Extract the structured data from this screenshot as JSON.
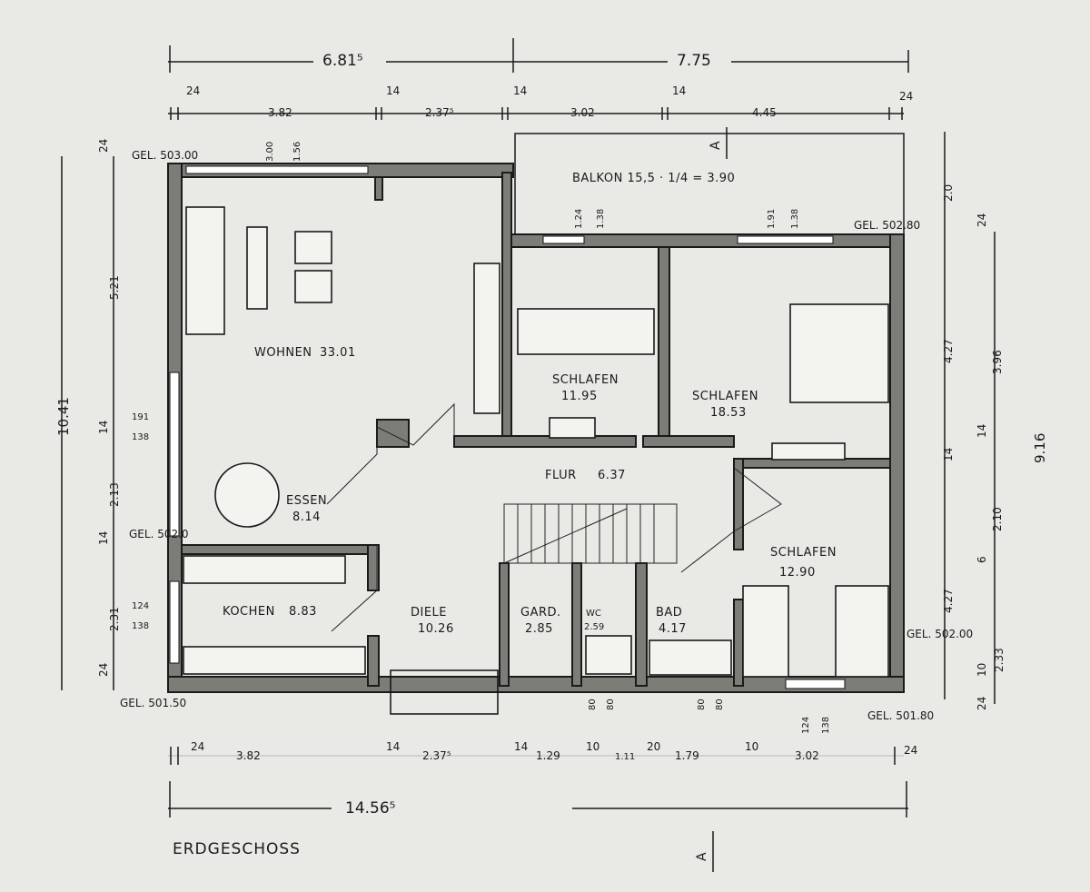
{
  "title": "ERDGESCHOSS",
  "section_marker": "A",
  "rooms": {
    "wohnen": {
      "name": "WOHNEN",
      "area": "33.01"
    },
    "essen": {
      "name": "ESSEN",
      "area": "8.14"
    },
    "kochen": {
      "name": "KOCHEN",
      "area": "8.83"
    },
    "diele": {
      "name": "DIELE",
      "area": "10.26"
    },
    "gard": {
      "name": "GARD.",
      "area": "2.85"
    },
    "wc": {
      "name": "WC",
      "area": "2.59"
    },
    "bad": {
      "name": "BAD",
      "area": "4.17"
    },
    "flur": {
      "name": "FLUR",
      "area": "6.37"
    },
    "schlafen1": {
      "name": "SCHLAFEN",
      "area": "11.95"
    },
    "schlafen2": {
      "name": "SCHLAFEN",
      "area": "18.53"
    },
    "schlafen3": {
      "name": "SCHLAFEN",
      "area": "12.90"
    },
    "balkon": {
      "label": "BALKON 15,5 · 1/4 = 3.90"
    }
  },
  "elevations": {
    "nw": "GEL. 503.00",
    "ne": "GEL. 502.80",
    "w": "GEL. 502.0",
    "e": "GEL. 502.00",
    "sw": "GEL. 501.50",
    "se": "GEL. 501.80"
  },
  "dimensions": {
    "top_overall": [
      "6.81⁵",
      "7.75"
    ],
    "top_detail": [
      "24",
      "3.82",
      "14",
      "2.37⁵",
      "14",
      "3.02",
      "14",
      "4.45",
      "24"
    ],
    "bottom_detail": [
      "24",
      "3.82",
      "14",
      "2.37⁵",
      "14",
      "1.29",
      "10",
      "1.11",
      "20",
      "1.79",
      "10",
      "3.02",
      "24"
    ],
    "bottom_overall": "14.56⁵",
    "left_overall": "10.41",
    "left_detail": [
      "24",
      "5.21",
      "14",
      "2.13",
      "14",
      "2.31",
      "24"
    ],
    "right_overall": "9.16",
    "right_detail": [
      "2.0",
      "24",
      "4.27",
      "3.96",
      "14",
      "14",
      "2.10",
      "6",
      "4.27",
      "2.33",
      "10",
      "24"
    ],
    "windows": [
      "3.00",
      "1.56",
      "1.24",
      "1.38",
      "1.91",
      "1.38",
      "191",
      "138",
      "124",
      "138",
      "124",
      "138",
      "80",
      "80",
      "80",
      "80"
    ]
  }
}
